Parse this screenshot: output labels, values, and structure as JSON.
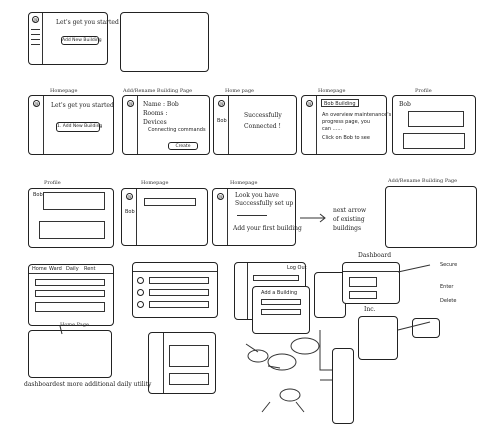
{
  "row1": {
    "s1_text": "Let's get you started",
    "s1_button": "Add New Building"
  },
  "row2": {
    "s3_title": "Homepage",
    "s3_text": "Let's get you started",
    "s3_button": "1. Add New Building",
    "s4_title": "Add/Rename Building Page",
    "s4_name": "Name : Bob",
    "s4_rooms": "Rooms :",
    "s4_devices": "Devices",
    "s4_connect": "Connecting commands",
    "s4_create": "Create",
    "s5_title": "Home page",
    "s5_label": "Bob",
    "s5_text1": "Successfully",
    "s5_text2": "Connected !",
    "s6_title": "Homepage",
    "s6_header": "Bob Building",
    "s6_text1": "An overview maintenance's",
    "s6_text2": "progress page, you",
    "s6_text3": "can ......",
    "s6_text4": "Click on Bob to see",
    "s7_title": "Profile",
    "s7_label": "Bob"
  },
  "row3": {
    "s8_title": "Profile",
    "s8_label": "Bob",
    "s9_title": "Homepage",
    "s9_label": "Bob",
    "s10_title": "Homepage",
    "s10_text1": "Look you have",
    "s10_text2": "Successfully set up",
    "s10_text3": "Add your first building",
    "note1": "next arrow",
    "note2": "of existing",
    "note3": "buildings",
    "s11_title": "Add/Rename Building Page"
  },
  "row4": {
    "s12_tabs": [
      "Home",
      "Ward",
      "Daily",
      "Rent"
    ],
    "s14_logout": "Log Out",
    "s15_add": "Add a Building",
    "s17_title": "Dashboard",
    "s17_sub": "Inc.",
    "legend_a": "Secure",
    "legend_b": "Enter",
    "legend_c": "Delete"
  },
  "row5": {
    "s18_title": "Home Page",
    "bottom_note": "dashboardest more additional daily utility"
  }
}
